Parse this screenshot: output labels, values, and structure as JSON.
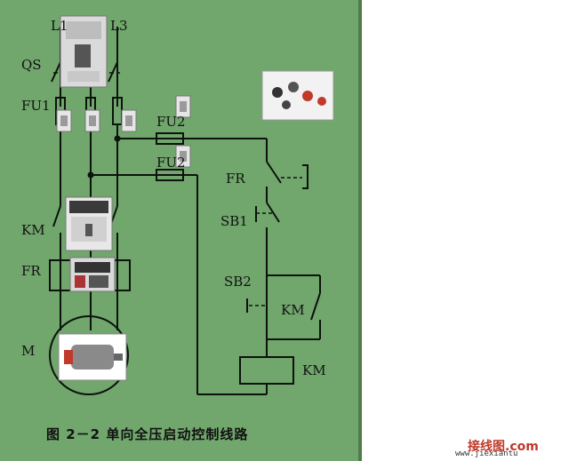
{
  "labels": {
    "l1": "L1",
    "l3": "L3",
    "qs": "QS",
    "fu1": "FU1",
    "fu2_top": "FU2",
    "fu2_bottom": "FU2",
    "km_left": "KM",
    "fr_left": "FR",
    "m": "M",
    "fr_right": "FR",
    "sb1": "SB1",
    "sb2": "SB2",
    "km_aux": "KM",
    "km_coil": "KM"
  },
  "caption": "图 2－2    单向全压启动控制线路",
  "watermark": {
    "brand": "接线图.com",
    "url": "www.jiexiantu"
  },
  "colors": {
    "board": "#71a66d",
    "wire": "#0c120c"
  }
}
